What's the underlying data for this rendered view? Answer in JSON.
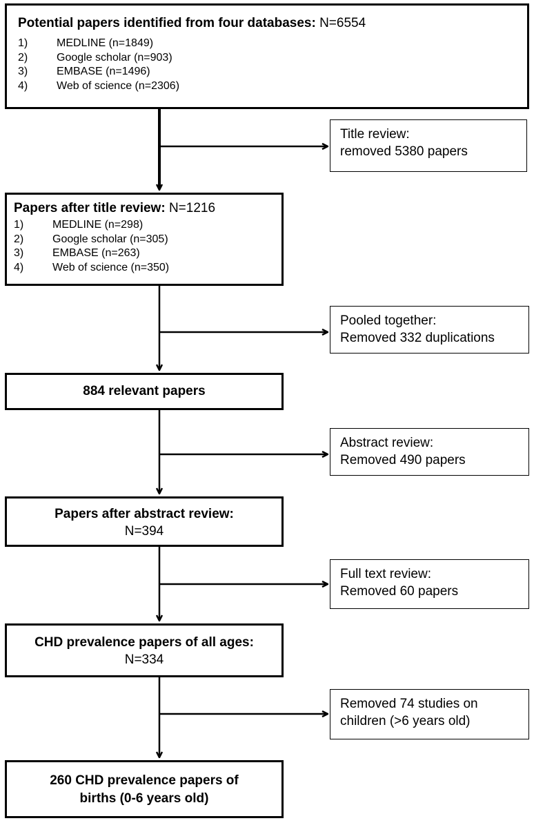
{
  "boxes": {
    "b1": {
      "title": "Potential papers identified from four databases:",
      "count": "N=6554",
      "items": [
        {
          "num": "1)",
          "label": "MEDLINE (n=1849)"
        },
        {
          "num": "2)",
          "label": "Google scholar (n=903)"
        },
        {
          "num": "3)",
          "label": "EMBASE (n=1496)"
        },
        {
          "num": "4)",
          "label": "Web of science (n=2306)"
        }
      ]
    },
    "s1": {
      "line1": "Title review:",
      "line2": "removed 5380 papers"
    },
    "b2": {
      "title": "Papers after title review:",
      "count": "N=1216",
      "items": [
        {
          "num": "1)",
          "label": "MEDLINE (n=298)"
        },
        {
          "num": "2)",
          "label": "Google scholar (n=305)"
        },
        {
          "num": "3)",
          "label": "EMBASE (n=263)"
        },
        {
          "num": "4)",
          "label": "Web of science (n=350)"
        }
      ]
    },
    "s2": {
      "line1": "Pooled together:",
      "line2": "Removed 332 duplications"
    },
    "b3": {
      "text": "884 relevant papers"
    },
    "s3": {
      "line1": "Abstract review:",
      "line2": "Removed 490 papers"
    },
    "b4": {
      "line1": "Papers after abstract review:",
      "line2": "N=394"
    },
    "s4": {
      "line1": "Full text review:",
      "line2": "Removed 60 papers"
    },
    "b5": {
      "line1": "CHD prevalence papers of all ages:",
      "line2": "N=334"
    },
    "s5": {
      "line1": "Removed 74 studies on",
      "line2": "children (>6 years old)"
    },
    "b6": {
      "line1": "260 CHD prevalence papers of",
      "line2": "births (0-6 years old)"
    }
  }
}
